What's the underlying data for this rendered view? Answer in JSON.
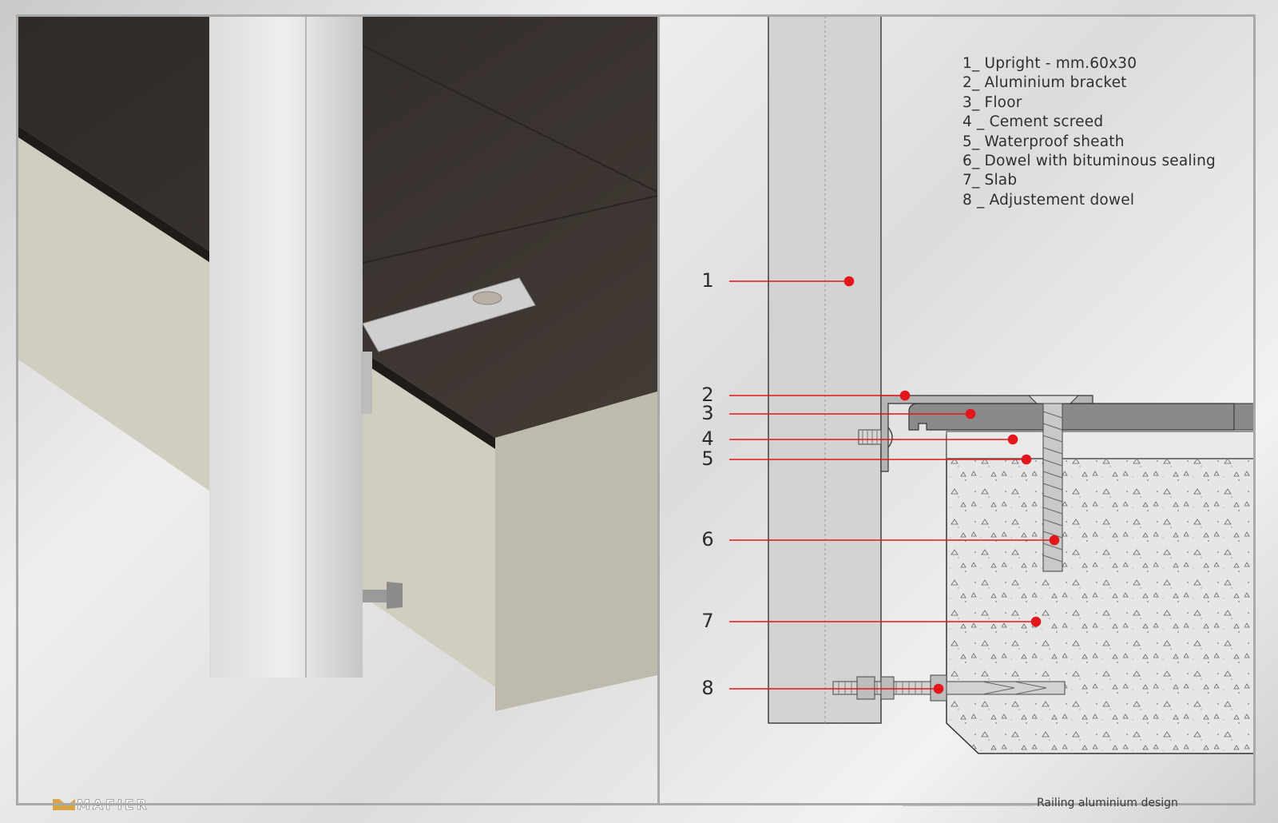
{
  "brand": {
    "logo_text": "MAFIER",
    "logo_color": "#d9a441"
  },
  "legend": [
    {
      "num": "1",
      "text": "1_ Upright  - mm.60x30"
    },
    {
      "num": "2",
      "text": "2_ Aluminium bracket"
    },
    {
      "num": "3",
      "text": "3_ Floor"
    },
    {
      "num": "4",
      "text": "4 _ Cement screed"
    },
    {
      "num": "5",
      "text": "5_ Waterproof sheath"
    },
    {
      "num": "6",
      "text": "6_ Dowel with bituminous sealing"
    },
    {
      "num": "7",
      "text": "7_ Slab"
    },
    {
      "num": "8",
      "text": "8 _ Adjustement dowel"
    }
  ],
  "callouts": [
    "1",
    "2",
    "3",
    "4",
    "5",
    "6",
    "7",
    "8"
  ],
  "footer": {
    "caption": "Railing aluminium design"
  },
  "colors": {
    "leader": "#e3161b",
    "floor": "#3a3430",
    "wall": "#c8c4b6",
    "upright": "#d4d4d4",
    "frame": "#a9a9a9"
  }
}
